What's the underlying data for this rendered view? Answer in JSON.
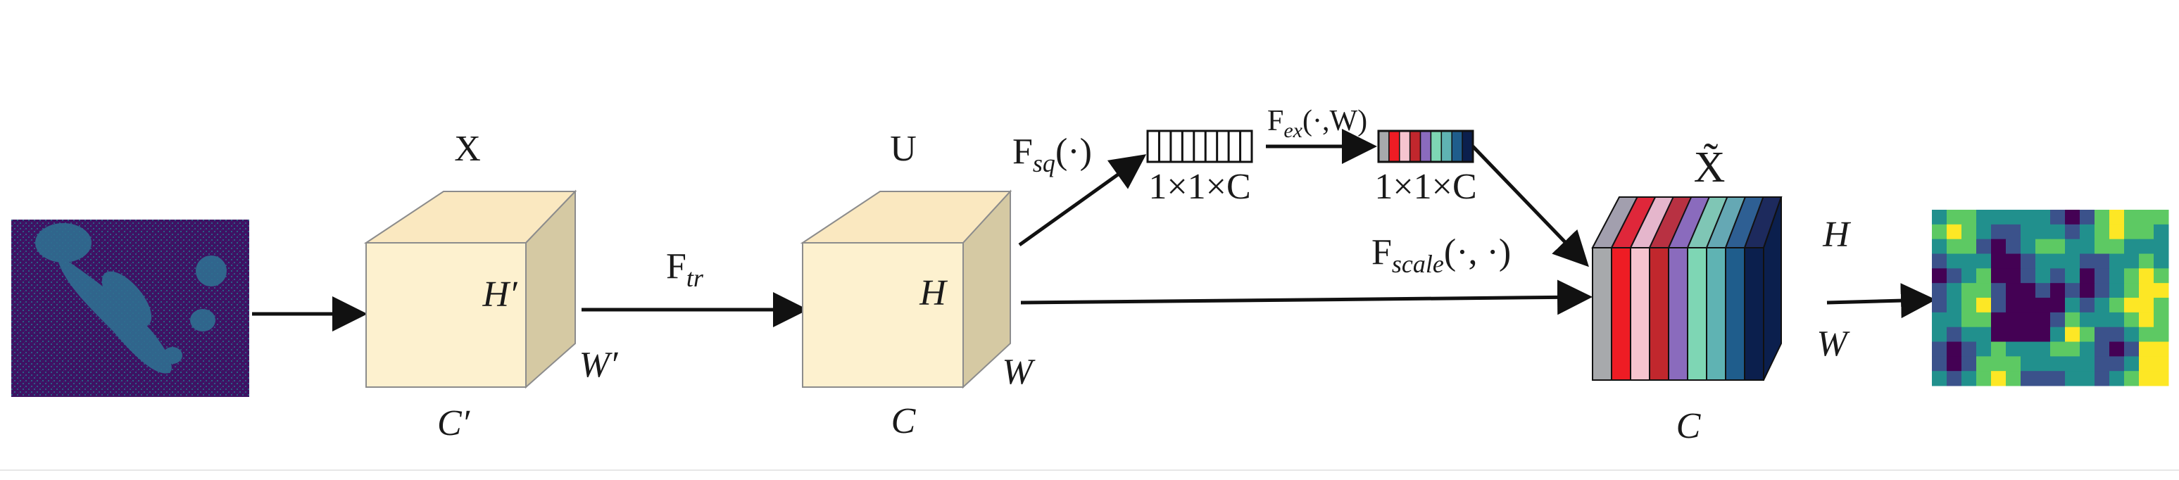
{
  "labels": {
    "x": "X",
    "x_h": "H′",
    "x_w": "W′",
    "x_c": "C′",
    "u": "U",
    "u_h": "H",
    "u_w": "W",
    "u_c": "C",
    "f_tr": "F",
    "f_tr_sub": "tr",
    "f_sq": "F",
    "f_sq_sub": "sq",
    "f_sq_arg": "(·)",
    "f_ex": "F",
    "f_ex_sub": "ex",
    "f_ex_arg": "(·,W)",
    "vec1": "1×1×C",
    "vec2": "1×1×C",
    "f_scale": "F",
    "f_scale_sub": "scale",
    "f_scale_arg": "(·, ·)",
    "xt": "X̃",
    "xt_h": "H",
    "xt_w": "W",
    "xt_c": "C"
  },
  "colors": {
    "cube_front": "#fdf1cf",
    "cube_top": "#fae8c0",
    "cube_side": "#d5c9a3",
    "input_bg": "#3e1263",
    "input_fg": "#2f6f91",
    "arrow": "#111111",
    "channels": [
      "#a7a9ac",
      "#ee1c24",
      "#f6c4cf",
      "#c1272d",
      "#8a6bbd",
      "#7ed6b4",
      "#5fb3b3",
      "#1f5d8c",
      "#0b1f4d"
    ],
    "heatmap": [
      "#440154",
      "#3b528b",
      "#21908d",
      "#5dc963",
      "#fde725"
    ]
  }
}
